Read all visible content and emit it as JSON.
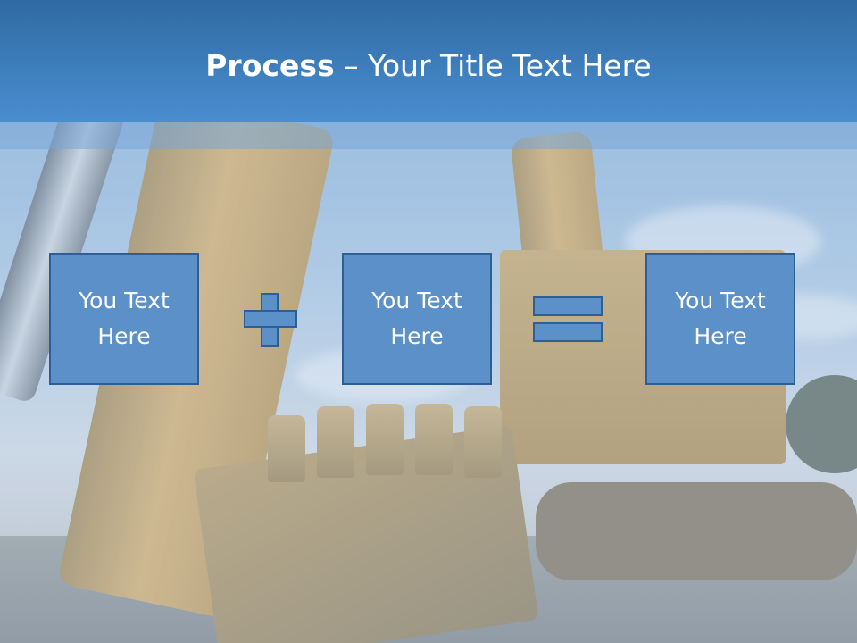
{
  "slide": {
    "title_bold": "Process",
    "title_rest": " – Your Title Text Here",
    "boxes": [
      {
        "text": "You Text Here"
      },
      {
        "text": "You Text Here"
      },
      {
        "text": "You Text Here"
      }
    ],
    "operators": [
      "plus",
      "equals"
    ],
    "colors": {
      "title_bar": "#3a7dc0",
      "box_fill": "#5b90c8",
      "box_border": "#2e5f94",
      "text": "#ffffff"
    }
  }
}
